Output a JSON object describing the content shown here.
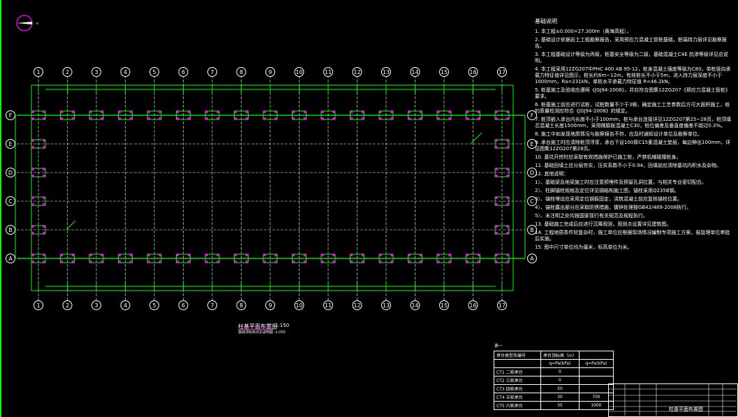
{
  "plan": {
    "top_axes": [
      "1",
      "2",
      "3",
      "4",
      "5",
      "6",
      "7",
      "8",
      "9",
      "10",
      "11",
      "12",
      "13",
      "14",
      "15",
      "16",
      "17"
    ],
    "left_axes": [
      "F",
      "E",
      "D",
      "C",
      "B",
      "A"
    ],
    "title": "柱基平面布置图",
    "scale": "1:150",
    "subtitle": "基础顶标高详见说明图 -1.050"
  },
  "notes": {
    "heading": "基础说明",
    "items": [
      "1. 本工程±0.000=27.300m（黄海高程）。",
      "2. 基础设计依据岩土工程勘察报告，采用预应力混凝土管桩基础，桩端持力层详见勘察报告。",
      "3. 本工程基础设计等级为丙级，桩基安全等级为二级，基础混凝土C4E 抗渗等级详见总说明。",
      "4. 本工程采用12ZG207中PHC 400 AB 95-12，桩身混凝土强度等级为C80，单桩竖向承载力特征值详见图示，桩长约6m~12m，有效桩长不小于5m，进入持力层深度不小于1000mm，Ra=231kN，单桩水平承载力特征值 R=46.2kN。",
      "5. 桩基施工及验收应遵照《JGJ94-2008》，并应符合图集12ZG207《预应力混凝土管桩》要求。",
      "6. 桩基施工前应进行试桩，试桩数量不少于3根，确定施工工艺参数后方可大面积施工，桩的质量检测应符合《JGJ94-2008》的规定。",
      "7. 桩顶嵌入承台内长度不小于100mm，桩与承台连接详见12ZG207第25~28页，桩顶填芯混凝土长度1500mm，采用微膨胀混凝土C30，桩位偏差及垂直度偏差不超过0.3%。",
      "8. 施工中如发现地质情况与勘察报告不符，应及时通知设计单位及勘察单位。",
      "9. 承台施工时应清除桩顶浮浆，承台下设100厚C15素混凝土垫层，每边伸出100mm，详见图集12ZG207第28页。",
      "10. 基坑开挖时应采取有效措施保护已施工桩，严禁机械碰撞桩身。",
      "11. 基础回填土应分层夯实，压实系数不小于0.94，回填前应清除基坑内积水及杂物。",
      "12. 其他说明：",
      "1）、基础梁及地梁施工时应注意预埋件及预留孔洞位置，与相关专业密切配合。",
      "2）、柱脚锚栓规格及定位详见钢结构施工图，锚栓采用Q235B钢。",
      "3）、锚栓埋设应采用定位钢板固定，浇筑混凝土前应复核锚栓位置。",
      "4）、锚栓露出部分应采取防锈措施，镀锌处理按GB42/489-2008执行。",
      "5）、未注明之处均按国家现行有关规范及规程执行。",
      "13. 基础施工完成后应进行沉降观测，观测点设置详见建筑图。",
      "14. 工程地质条件较复杂时，施工单位应根据现场情况编制专项施工方案，报监理单位审批后实施。",
      "15. 图中尺寸单位均为毫米，标高单位为米。"
    ]
  },
  "load_table": {
    "caption": "表一",
    "header": [
      "承台类型及编号",
      "承台顶标高（m）",
      ""
    ],
    "subheader": [
      "",
      "q=Pa(kPa)",
      "q=Pa(kPa)"
    ],
    "rows": [
      [
        "CT1 二桩承台",
        "0",
        ""
      ],
      [
        "CT2 三桩承台",
        "0",
        ""
      ],
      [
        "CT3 四桩承台",
        "20",
        ""
      ],
      [
        "CT4 五桩承台",
        "30",
        "700"
      ],
      [
        "CT5 六桩承台",
        "35",
        "1000"
      ]
    ]
  },
  "title_block": {
    "drawing_name": "柱基平面布置图"
  },
  "colors": {
    "background": "#000000",
    "axis_lines": "#00ff00",
    "grid_dashed": "#ffffff",
    "pile_marks": "#ff00ff",
    "bubbles": "#ffffff"
  }
}
